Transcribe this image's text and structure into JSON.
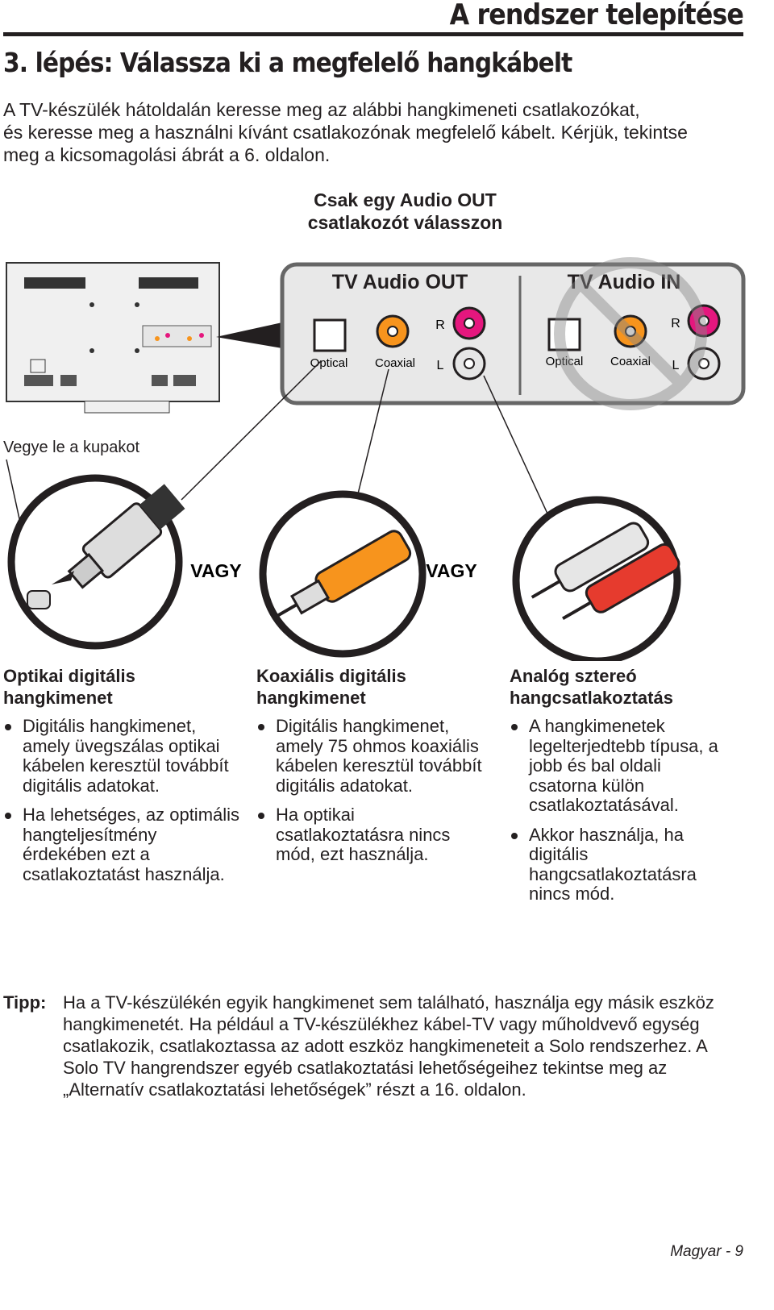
{
  "header": {
    "section": "A rendszer telepítése"
  },
  "title": "3. lépés: Válassza ki a megfelelő hangkábelt",
  "intro": [
    "A TV-készülék hátoldalán keresse meg az alábbi hangkimeneti csatlakozókat,",
    "és keresse meg a használni kívánt csatlakozónak megfelelő kábelt. Kérjük, tekintse",
    "meg a kicsomagolási ábrát a 6. oldalon."
  ],
  "choose_note": [
    "Csak egy Audio OUT",
    "csatlakozót válasszon"
  ],
  "diagram": {
    "out_label": "TV Audio OUT",
    "in_label": "TV Audio IN",
    "optical": "Optical",
    "coaxial": "Coaxial",
    "r": "R",
    "l": "L",
    "colors": {
      "optical": "#ffffff",
      "coaxial": "#f7941d",
      "right": "#e5177e",
      "left": "#e6e6e6"
    }
  },
  "cap_note": "Vegye le a kupakot",
  "or_label": "VAGY",
  "columns": [
    {
      "heading": [
        "Optikai digitális",
        "hangkimenet"
      ],
      "bullets": [
        "Digitális hangkimenet, amely üvegszálas optikai kábelen keresztül továbbít digitális adatokat.",
        "Ha lehetséges, az optimális hangteljesítmény érdekében ezt a csatlakoztatást használja."
      ]
    },
    {
      "heading": [
        "Koaxiális digitális",
        "hangkimenet"
      ],
      "bullets": [
        "Digitális hangkimenet, amely 75 ohmos koaxiális kábelen keresztül továbbít digitális adatokat.",
        "Ha optikai csatlakoztatásra nincs mód, ezt használja."
      ]
    },
    {
      "heading": [
        "Analóg sztereó",
        "hangcsatlakoztatás"
      ],
      "bullets": [
        "A hangkimenetek legelterjedtebb típusa, a jobb és bal oldali csatorna külön csatlakoztatásával.",
        "Akkor használja, ha digitális hangcsatlakoztatásra nincs mód."
      ]
    }
  ],
  "tip": {
    "label": "Tipp:",
    "text": "Ha a TV-készülékén egyik hangkimenet sem található, használja egy másik eszköz hangkimenetét. Ha például a TV-készülékhez kábel-TV vagy műholdvevő egység csatlakozik, csatlakoztassa az adott eszköz hangkimeneteit a Solo rendszerhez. A Solo TV hangrendszer egyéb csatlakoztatási lehetőségeihez tekintse meg az „Alternatív csatlakoztatási lehetőségek” részt a 16. oldalon."
  },
  "footer": "Magyar - 9"
}
